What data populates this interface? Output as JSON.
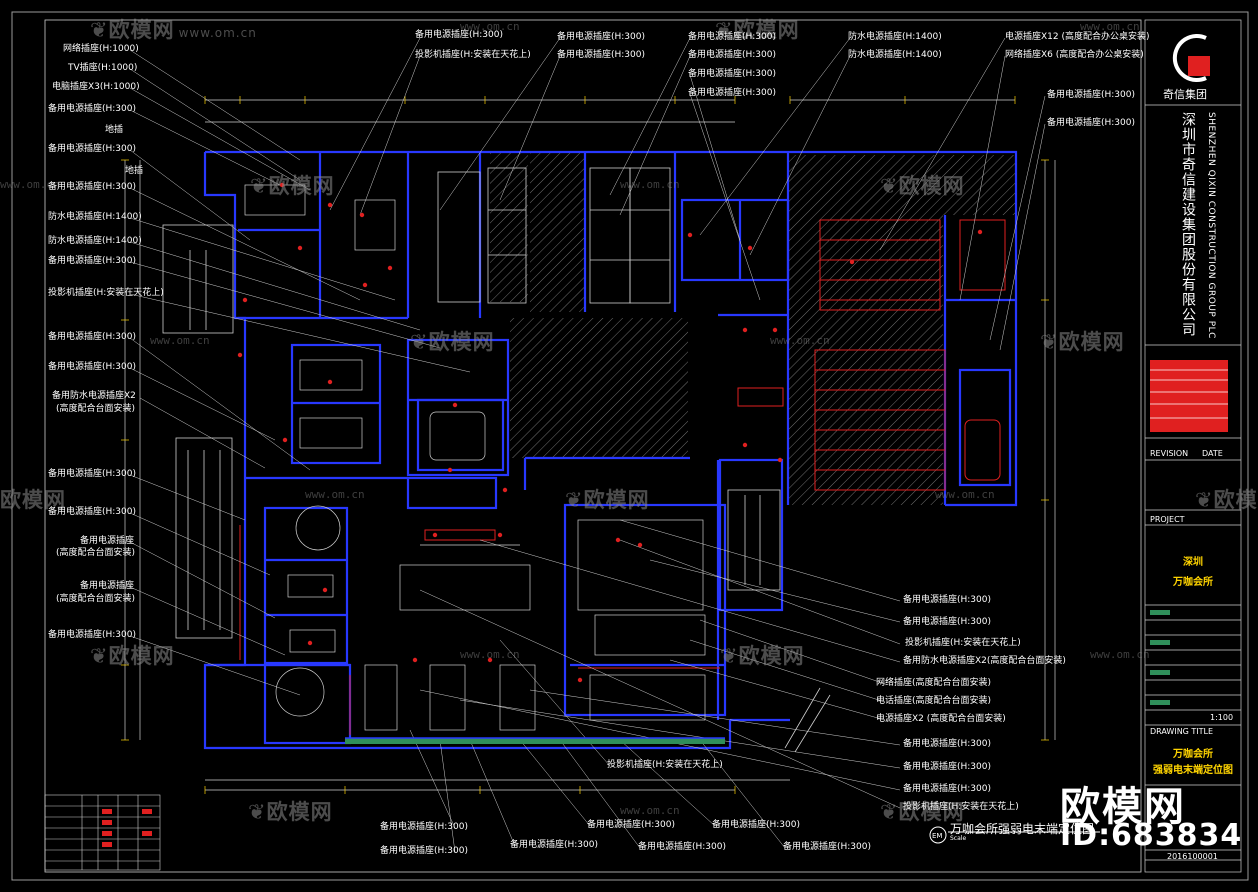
{
  "colors": {
    "background": "#000000",
    "wall": "#2838ff",
    "label": "#ffffff",
    "hatch": "#8c8c8c",
    "furniture_red": "#e02020",
    "accent_yellow": "#ffd400",
    "green_glass": "#2f8f5a"
  },
  "watermark": {
    "brand": "欧模网",
    "url": "www.om.cn"
  },
  "labels_left": [
    "网络插座(H:1000)",
    "TV插座(H:1000)",
    "电脑插座X3(H:1000)",
    "备用电源插座(H:300)",
    "地插",
    "备用电源插座(H:300)",
    "地插",
    "备用电源插座(H:300)",
    "防水电源插座(H:1400)",
    "防水电源插座(H:1400)",
    "备用电源插座(H:300)",
    "投影机插座(H:安装在天花上)",
    "备用电源插座(H:300)",
    "备用电源插座(H:300)",
    "备用防水电源插座X2",
    "(高度配合台面安装)",
    "备用电源插座(H:300)",
    "备用电源插座(H:300)",
    "备用电源插座",
    "(高度配合台面安装)",
    "备用电源插座",
    "(高度配合台面安装)",
    "备用电源插座(H:300)"
  ],
  "labels_top": [
    "备用电源插座(H:300)",
    "投影机插座(H:安装在天花上)",
    "备用电源插座(H:300)",
    "备用电源插座(H:300)",
    "备用电源插座(H:300)",
    "备用电源插座(H:300)",
    "备用电源插座(H:300)",
    "防水电源插座(H:1400)",
    "防水电源插座(H:1400)",
    "电源插座X12 (高度配合办公桌安装)",
    "网络插座X6 (高度配合办公桌安装)",
    "备用电源插座(H:300)",
    "备用电源插座(H:300)"
  ],
  "labels_right": [
    "备用电源插座(H:300)",
    "备用电源插座(H:300)",
    "投影机插座(H:安装在天花上)",
    "备用防水电源插座X2(高度配合台面安装)",
    "网络插座(高度配合台面安装)",
    "电话插座(高度配合台面安装)",
    "电源插座X2 (高度配合台面安装)",
    "备用电源插座(H:300)",
    "备用电源插座(H:300)",
    "备用电源插座(H:300)",
    "投影机插座(H:安装在天花上)"
  ],
  "labels_bottom": [
    "投影机插座(H:安装在天花上)",
    "备用电源插座(H:300)",
    "备用电源插座(H:300)",
    "备用电源插座(H:300)",
    "备用电源插座(H:300)",
    "备用电源插座(H:300)",
    "备用电源插座(H:300)",
    "备用电源插座(H:300)"
  ],
  "title_block": {
    "logo_caption": "奇信集团",
    "company_cn": "深圳市奇信建设集团股份有限公司",
    "company_en": "SHENZHEN QIXIN CONSTRUCTION GROUP PLC",
    "revision": "REVISION",
    "date": "DATE",
    "project": "PROJECT",
    "city": "深圳",
    "project_name": "万咖会所",
    "drawing_title_label": "DRAWING TITLE",
    "scale": "1:100",
    "title_line1": "万咖会所",
    "title_line2": "强弱电末端定位图",
    "sheet_no": "2016100001"
  },
  "drawing": {
    "title": "万咖会所强弱电末端定位图",
    "scale": "Scale"
  },
  "big_mark": "欧模网",
  "big_id": "ID:683834"
}
